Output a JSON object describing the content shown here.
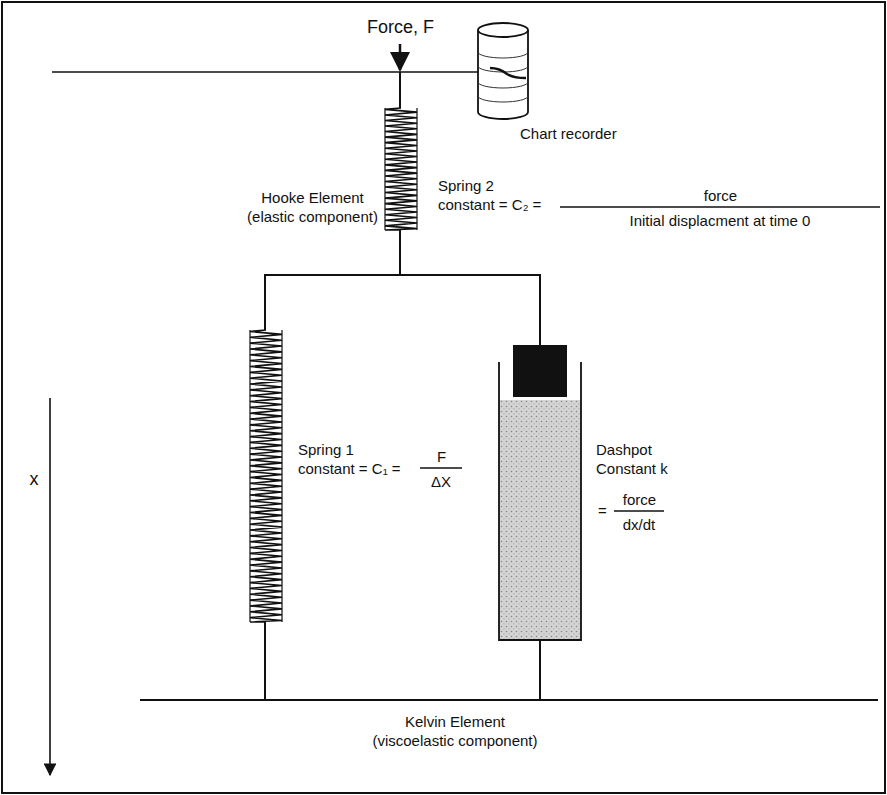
{
  "diagram": {
    "labels": [
      "Force, F",
      "Chart recorder",
      "Hooke Element (elastic component)",
      "Spring 2 constant = C₂ =",
      "force",
      "Initial displacment at time 0",
      "x",
      "Spring 1 constant = C₁ =",
      "F",
      "ΔX",
      "Dashpot Constant k",
      "=",
      "force",
      "dx/dt",
      "Kelvin Element (viscoelastic component)"
    ]
  }
}
